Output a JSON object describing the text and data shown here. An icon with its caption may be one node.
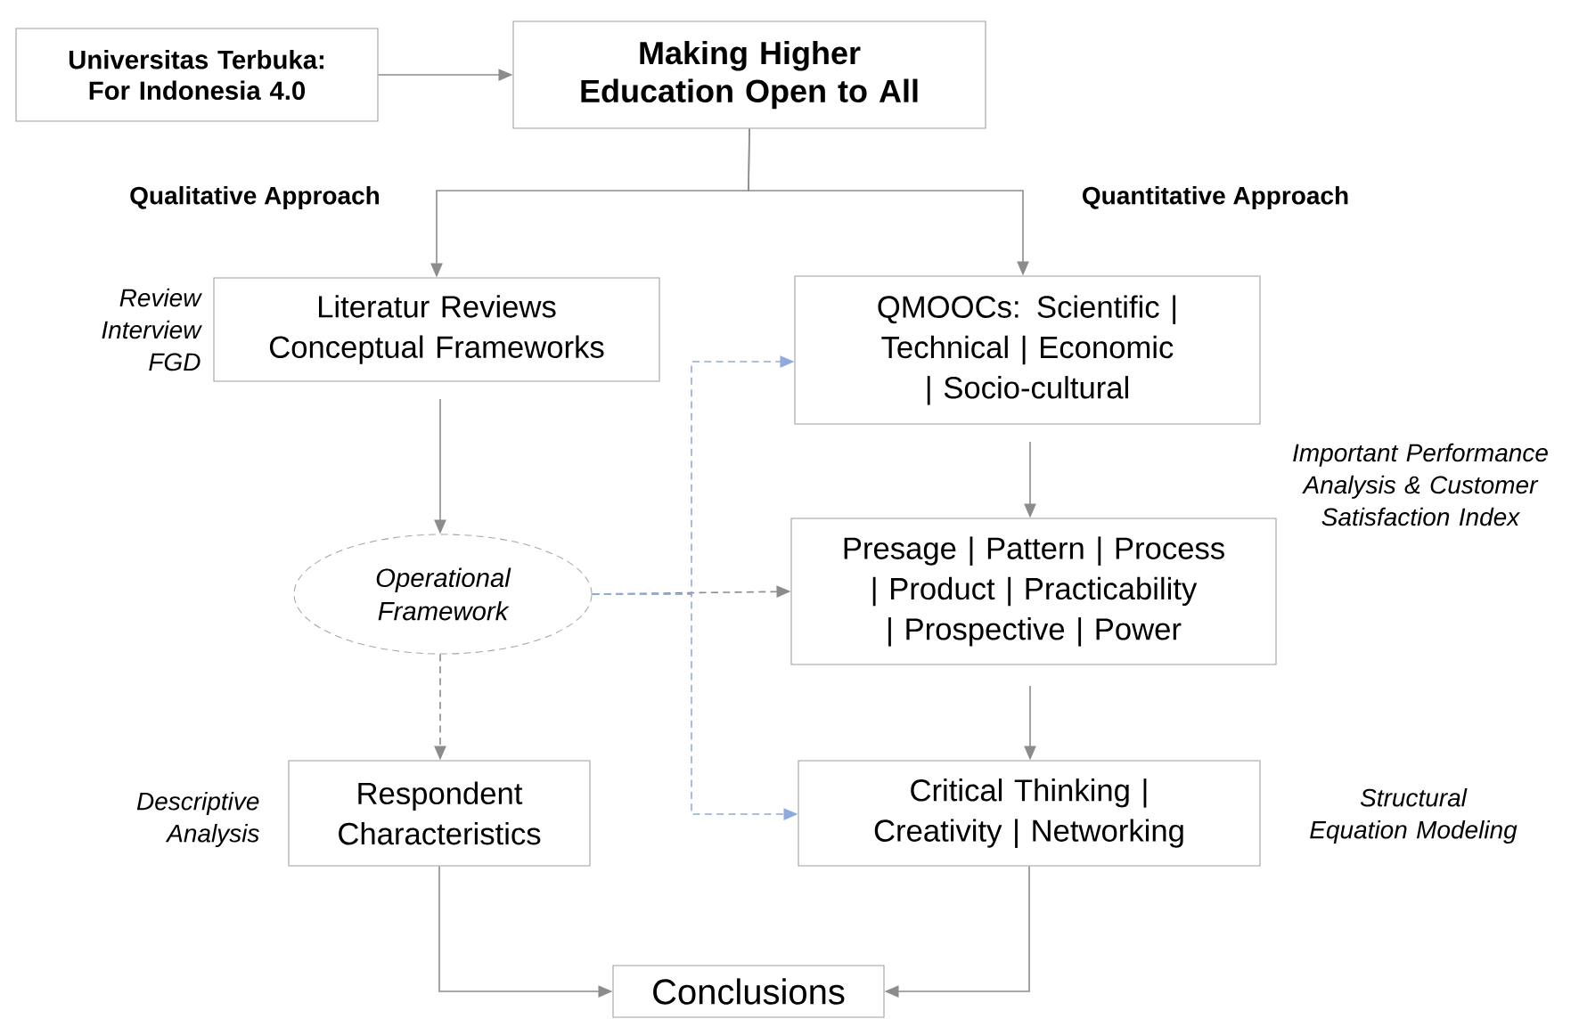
{
  "diagram": {
    "nodes": [
      {
        "text": [
          "Universitas Terbuka: For Indonesia 4.0"
        ]
      },
      {
        "text": [
          "Making Higher Education Open to All"
        ]
      },
      {
        "text": [
          "Literatur Reviews Conceptual  Frameworks"
        ],
        "beside": [
          "Review Interview FGD"
        ]
      },
      {
        "text": [
          "QMOOCs: Scientific | Technical | Economic | Socio-cultural"
        ]
      },
      {
        "text": [
          "Operational Framework"
        ]
      },
      {
        "text": [
          "Presage | Pattern | Process | Product | Practicability | Prospective | Power"
        ],
        "beside": [
          "Important Performance Analysis & Customer Satisfaction Index"
        ]
      },
      {
        "text": [
          "Respondent Characteristics"
        ],
        "beside": [
          "Descriptive Analysis"
        ]
      },
      {
        "text": [
          "Critical Thinking | Creativity | Networking"
        ],
        "beside": [
          "Structural Equation Modeling"
        ]
      },
      {
        "text": [
          "Conclusions"
        ]
      }
    ],
    "edges": [
      {
        "from": 0,
        "to": 1,
        "arrow": "to"
      },
      {
        "from": 1,
        "to": 2,
        "arrow": "to",
        "label": "Qualitative Approach"
      },
      {
        "from": 1,
        "to": 3,
        "arrow": "to",
        "label": "Quantitative Approach"
      },
      {
        "from": 2,
        "to": 4,
        "arrow": "to"
      },
      {
        "from": 4,
        "to": 6,
        "arrow": "to",
        "style": "dashed"
      },
      {
        "from": 4,
        "to": 5,
        "arrow": "to",
        "style": "dashed"
      },
      {
        "from": 4,
        "to": 3,
        "arrow": "to",
        "style": "dashed",
        "color": "#8faadc"
      },
      {
        "from": 4,
        "to": 7,
        "arrow": "to",
        "style": "dashed",
        "color": "#8faadc"
      },
      {
        "from": 3,
        "to": 5,
        "arrow": "to"
      },
      {
        "from": 5,
        "to": 7,
        "arrow": "to"
      },
      {
        "from": 6,
        "to": 8,
        "arrow": "to"
      },
      {
        "from": 7,
        "to": 8,
        "arrow": "to"
      }
    ]
  }
}
